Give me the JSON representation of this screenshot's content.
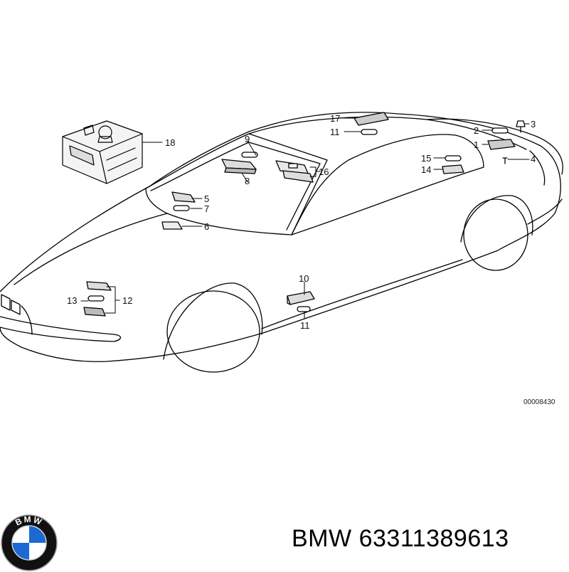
{
  "callouts": {
    "c1": "1",
    "c2": "2",
    "c3": "3",
    "c4": "4",
    "c5": "5",
    "c6": "6",
    "c7": "7",
    "c8": "8",
    "c9": "9",
    "c10": "10",
    "c11a": "11",
    "c11b": "11",
    "c12": "12",
    "c13": "13",
    "c14": "14",
    "c15": "15",
    "c16": "16",
    "c17": "17",
    "c18": "18"
  },
  "drawing_number": "00008430",
  "caption": {
    "brand": "BMW",
    "part_number": "63311389613"
  },
  "logo": {
    "text": "BMW",
    "colors": {
      "blue": "#1c69d4",
      "white": "#ffffff",
      "ring": "#111111"
    }
  }
}
